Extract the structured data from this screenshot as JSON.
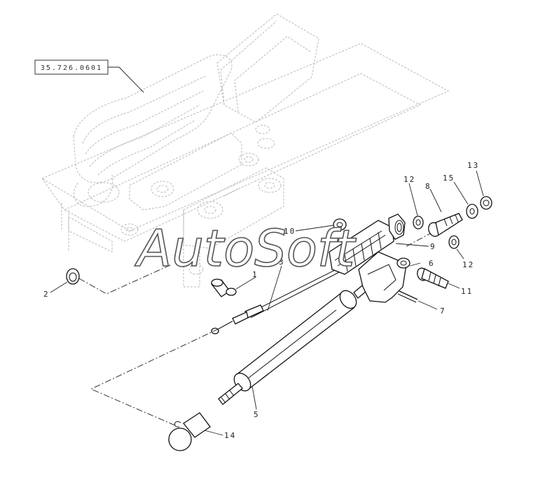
{
  "reference_box": "35.726.0601",
  "watermark": "AutoSoft",
  "callouts": {
    "c1": "1",
    "c2": "2",
    "c3": "3",
    "c5": "5",
    "c6": "6",
    "c7": "7",
    "c8": "8",
    "c9": "9",
    "c10": "10",
    "c11": "11",
    "c12a": "12",
    "c12b": "12",
    "c13": "13",
    "c14": "14",
    "c15": "15"
  }
}
